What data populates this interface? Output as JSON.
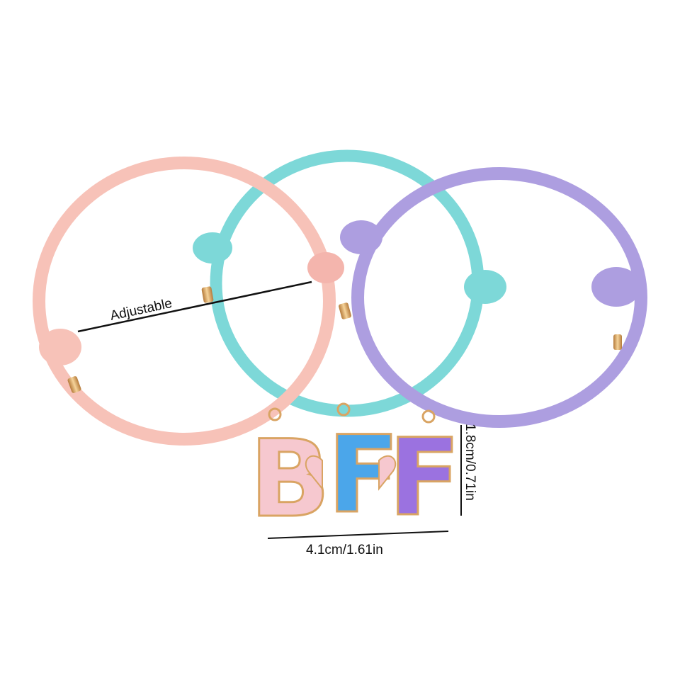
{
  "annotations": {
    "adjustable": "Adjustable",
    "width": "4.1cm/1.61in",
    "height": "1.8cm/0.71in"
  },
  "pendant": {
    "letters": [
      "B",
      "F",
      "F"
    ]
  },
  "colors": {
    "pink_cord": "#f7c2b8",
    "cyan_cord": "#7dd8d8",
    "purple_cord": "#ad9ee0",
    "gold": "#d9a463",
    "letter_pink": "#f6c8cf",
    "letter_blue": "#4ba6ea",
    "letter_purple": "#9b72e0"
  }
}
